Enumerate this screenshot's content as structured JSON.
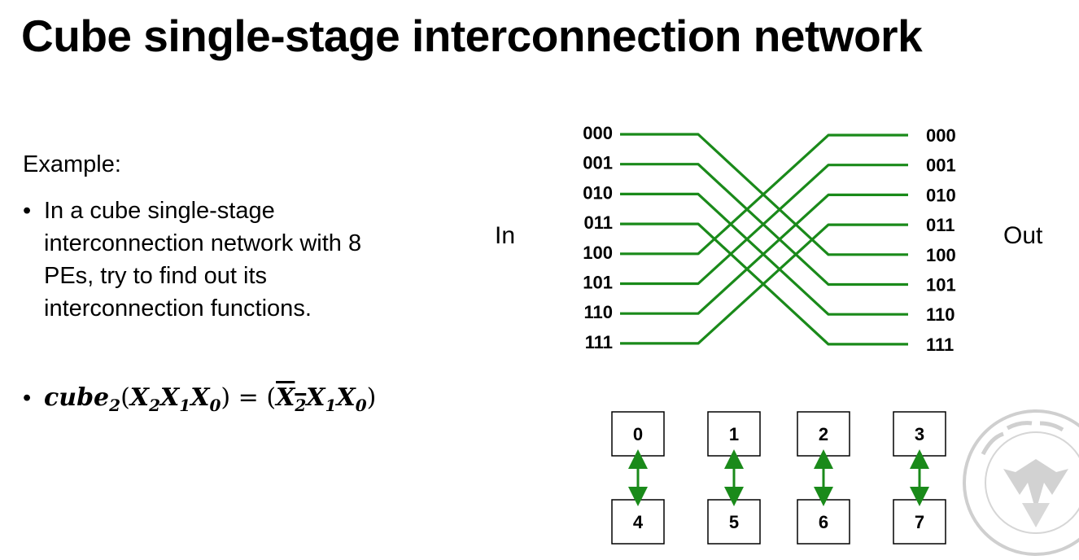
{
  "title": "Cube single-stage interconnection network",
  "example_label": "Example:",
  "bullet1": [
    "In a cube single-stage",
    "interconnection network with 8",
    "PEs, try to find out its",
    "interconnection functions."
  ],
  "formula": {
    "fn": "cube",
    "fn_sub": "2",
    "x": "X",
    "s2": "2",
    "s1": "1",
    "s0": "0",
    "eq": " = ",
    "lp": "(",
    "rp": ")"
  },
  "in_label": "In",
  "out_label": "Out",
  "inputs": [
    "000",
    "001",
    "010",
    "011",
    "100",
    "101",
    "110",
    "111"
  ],
  "outputs": [
    "000",
    "001",
    "010",
    "011",
    "100",
    "101",
    "110",
    "111"
  ],
  "connections": [
    [
      0,
      4
    ],
    [
      1,
      5
    ],
    [
      2,
      6
    ],
    [
      3,
      7
    ],
    [
      4,
      0
    ],
    [
      5,
      1
    ],
    [
      6,
      2
    ],
    [
      7,
      3
    ]
  ],
  "pairs": [
    {
      "top": "0",
      "bottom": "4"
    },
    {
      "top": "1",
      "bottom": "5"
    },
    {
      "top": "2",
      "bottom": "6"
    },
    {
      "top": "3",
      "bottom": "7"
    }
  ],
  "colors": {
    "wire": "#1a8a1a",
    "arrow": "#1a8a1a",
    "seal": "#c8c8c8"
  },
  "icons": [
    "university-seal-icon"
  ]
}
